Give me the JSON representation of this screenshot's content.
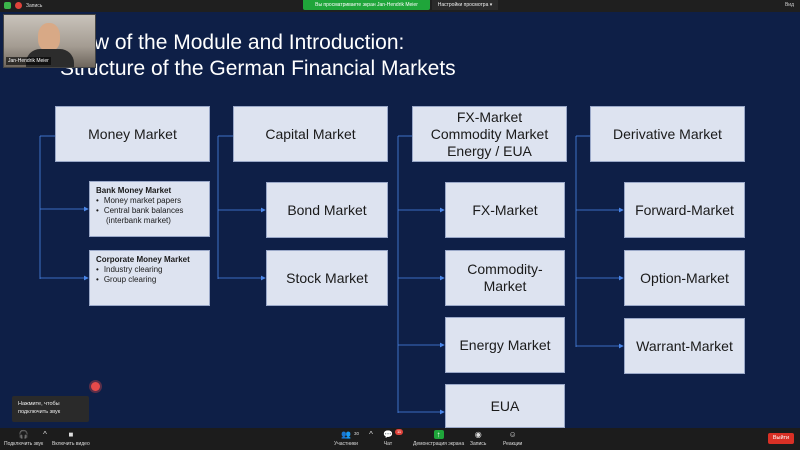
{
  "topbar": {
    "recording_label": "Запись",
    "share_banner": "Вы просматриваете экран Jan-Hendrik Meier",
    "view_options": "Настройки просмотра",
    "view_label": "Вид"
  },
  "webcam": {
    "name": "Jan-Hendrik Meier"
  },
  "slide": {
    "title_line1": "rview of the Module and Introduction:",
    "title_line2": "Structure of the German Financial Markets",
    "columns": [
      {
        "header": [
          "Money Market"
        ],
        "children": [
          {
            "heading": "Bank Money Market",
            "items": [
              "Money market papers",
              "Central bank balances",
              "(interbank market)"
            ]
          },
          {
            "heading": "Corporate Money Market",
            "items": [
              "Industry clearing",
              "Group clearing"
            ]
          }
        ]
      },
      {
        "header": [
          "Capital Market"
        ],
        "children": [
          [
            "Bond Market"
          ],
          [
            "Stock Market"
          ]
        ]
      },
      {
        "header": [
          "FX-Market",
          "Commodity Market",
          "Energy / EUA"
        ],
        "children": [
          [
            "FX-Market"
          ],
          [
            "Commodity-",
            "Market"
          ],
          [
            "Energy Market"
          ],
          [
            "EUA"
          ]
        ]
      },
      {
        "header": [
          "Derivative Market"
        ],
        "children": [
          [
            "Forward-Market"
          ],
          [
            "Option-Market"
          ],
          [
            "Warrant-Market"
          ]
        ]
      }
    ]
  },
  "tooltip": {
    "line1": "Нажмите, чтобы",
    "line2": "подключить звук"
  },
  "toolbar": {
    "audio_label": "Подключить звук",
    "video_label": "Включить видео",
    "participants_label": "Участники",
    "participants_count": "30",
    "chat_label": "Чат",
    "chat_badge": "11",
    "share_label": "Демонстрация экрана",
    "record_label": "Запись",
    "reactions_label": "Реакции",
    "leave_label": "Выйти"
  },
  "colors": {
    "slide_bg": "#0e1f47",
    "box_fill": "#dde3f0",
    "connector": "#4a86e8",
    "leave": "#d93025",
    "share_green": "#1fa53a"
  }
}
